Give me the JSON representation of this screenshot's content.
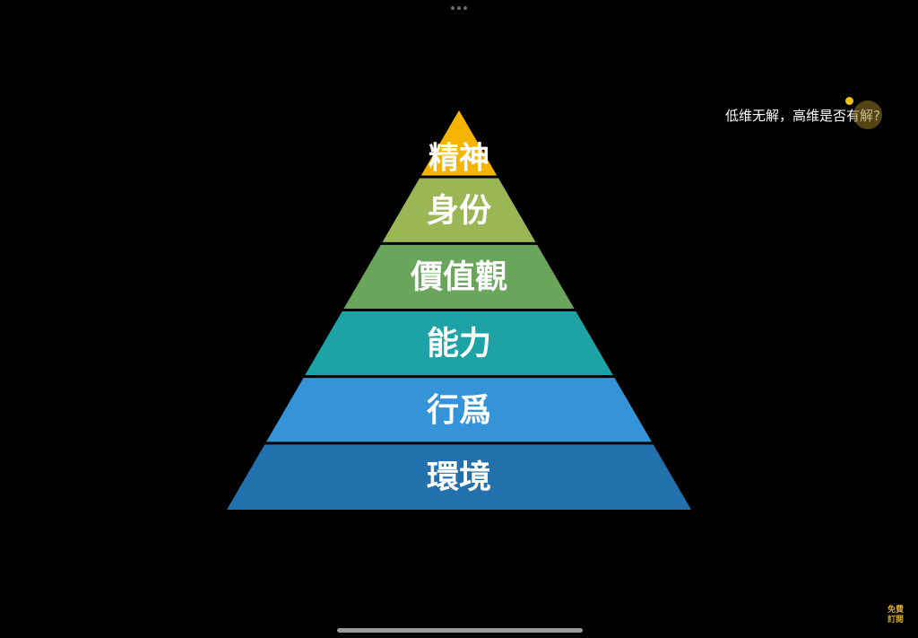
{
  "pyramid": {
    "levels": [
      {
        "label": "精神",
        "color": "#f5b400"
      },
      {
        "label": "身份",
        "color": "#9bb655"
      },
      {
        "label": "價值觀",
        "color": "#69a55b"
      },
      {
        "label": "能力",
        "color": "#1da3a6"
      },
      {
        "label": "行爲",
        "color": "#3593d8"
      },
      {
        "label": "環境",
        "color": "#2270ac"
      }
    ]
  },
  "caption": "低维无解，高维是否有解?",
  "logo": {
    "text": "免費訂閱",
    "color": "#d2a535"
  },
  "colors": {
    "background": "#000000"
  }
}
